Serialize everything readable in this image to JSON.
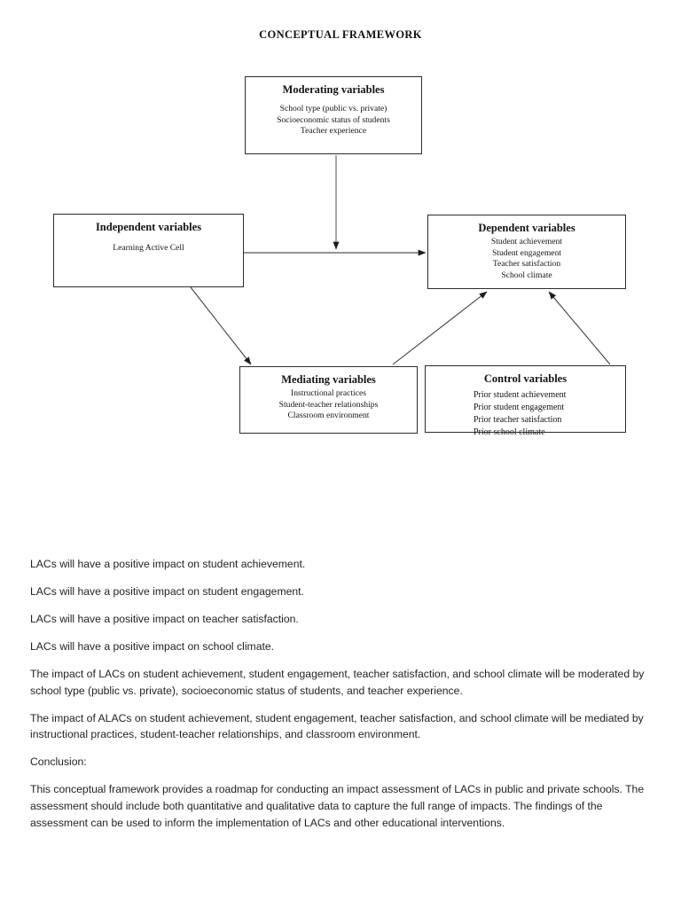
{
  "document": {
    "title": "CONCEPTUAL FRAMEWORK"
  },
  "diagram": {
    "nodes": {
      "moderating": {
        "title": "Moderating variables",
        "items": [
          "School type (public vs. private)",
          "Socioeconomic status of students",
          "Teacher experience"
        ]
      },
      "independent": {
        "title": "Independent variables",
        "items": [
          "Learning Active Cell"
        ]
      },
      "dependent": {
        "title": "Dependent variables",
        "items": [
          "Student achievement",
          "Student engagement",
          "Teacher satisfaction",
          "School climate"
        ]
      },
      "mediating": {
        "title": "Mediating variables",
        "items": [
          "Instructional practices",
          "Student-teacher relationships",
          "Classroom environment"
        ]
      },
      "control": {
        "title": "Control variables",
        "items": [
          "Prior student achievement",
          "Prior student engagement",
          "Prior teacher satisfaction",
          "Prior school climate"
        ]
      }
    },
    "edges": [
      {
        "name": "independent-to-dependent",
        "from": "independent",
        "to": "dependent",
        "style": "straight-horizontal"
      },
      {
        "name": "moderating-to-main-path",
        "from": "moderating",
        "to": "independent-dependent-path",
        "style": "straight-vertical"
      },
      {
        "name": "independent-to-mediating",
        "from": "independent",
        "to": "mediating",
        "style": "diagonal"
      },
      {
        "name": "mediating-to-dependent",
        "from": "mediating",
        "to": "dependent",
        "style": "diagonal"
      },
      {
        "name": "control-to-dependent",
        "from": "control",
        "to": "dependent",
        "style": "diagonal"
      }
    ],
    "line_color": "#2b2b2b"
  },
  "prose": {
    "paragraphs": [
      "LACs will have a positive impact on student achievement.",
      "LACs will have a positive impact on student engagement.",
      "LACs will have a positive impact on teacher satisfaction.",
      "LACs will have a positive impact on school climate.",
      "The impact of LACs on student achievement, student engagement, teacher satisfaction, and school climate will be moderated by school type (public vs. private), socioeconomic status of students, and teacher experience.",
      "The impact of ALACs on student achievement, student engagement, teacher satisfaction, and school climate will be mediated by instructional practices, student-teacher relationships, and classroom environment.",
      "Conclusion:",
      "This conceptual framework provides a roadmap for conducting an impact assessment of LACs in public and private schools. The assessment should include both quantitative and qualitative data to capture the full range of impacts. The findings of the assessment can be used to inform the implementation of LACs and other educational interventions."
    ]
  }
}
